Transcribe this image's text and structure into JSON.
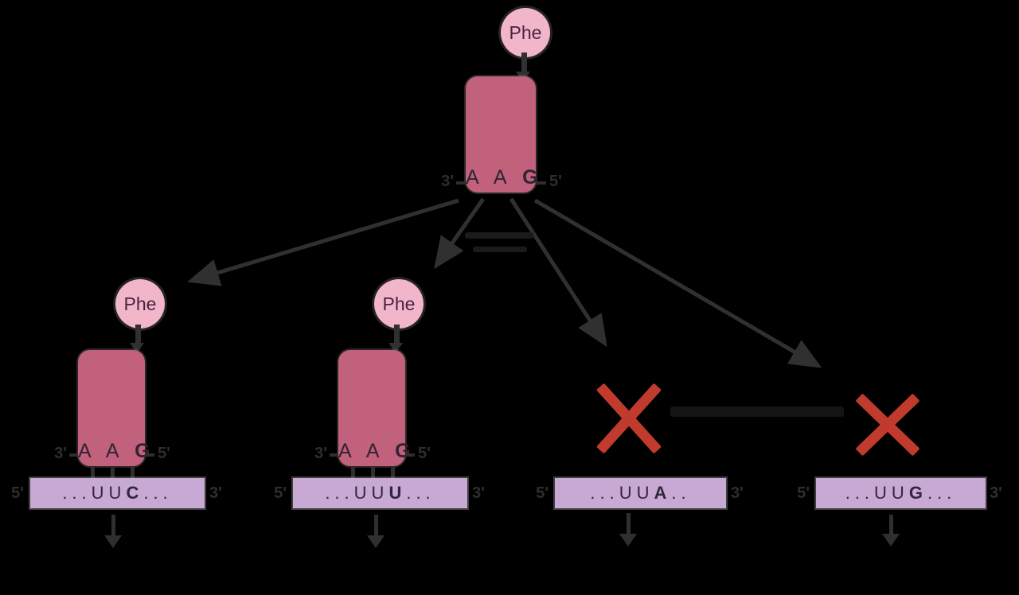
{
  "colors": {
    "background": "#000000",
    "trna_body": "#c2617b",
    "amino_acid_fill": "#f2b6ca",
    "amino_acid_text": "#4a2342",
    "anticodon_text": "#2f2335",
    "mrna_fill": "#c7a9d4",
    "mrna_text": "#33263e",
    "arrow_ink": "#303030",
    "reject_x": "#c13a2e"
  },
  "top_trna": {
    "amino_acid": "Phe",
    "anticodon_normal": "A A",
    "anticodon_wobble": "G",
    "left_end": "3'",
    "right_end": "5'"
  },
  "scenarios": [
    {
      "pairs": true,
      "amino_acid": "Phe",
      "anticodon_normal": "A A",
      "anticodon_wobble": "G",
      "trna_left_end": "3'",
      "trna_right_end": "5'",
      "codon_prefix": "...UU",
      "codon_wobble_base": "C",
      "codon_suffix": "...",
      "mrna_left_end": "5'",
      "mrna_right_end": "3'"
    },
    {
      "pairs": true,
      "amino_acid": "Phe",
      "anticodon_normal": "A A",
      "anticodon_wobble": "G",
      "trna_left_end": "3'",
      "trna_right_end": "5'",
      "codon_prefix": "...UU",
      "codon_wobble_base": "U",
      "codon_suffix": "...",
      "mrna_left_end": "5'",
      "mrna_right_end": "3'"
    },
    {
      "pairs": false,
      "codon_prefix": "...UU",
      "codon_wobble_base": "A",
      "codon_suffix": "..",
      "mrna_left_end": "5'",
      "mrna_right_end": "3'"
    },
    {
      "pairs": false,
      "codon_prefix": "...UU",
      "codon_wobble_base": "G",
      "codon_suffix": "...",
      "mrna_left_end": "5'",
      "mrna_right_end": "3'"
    }
  ]
}
